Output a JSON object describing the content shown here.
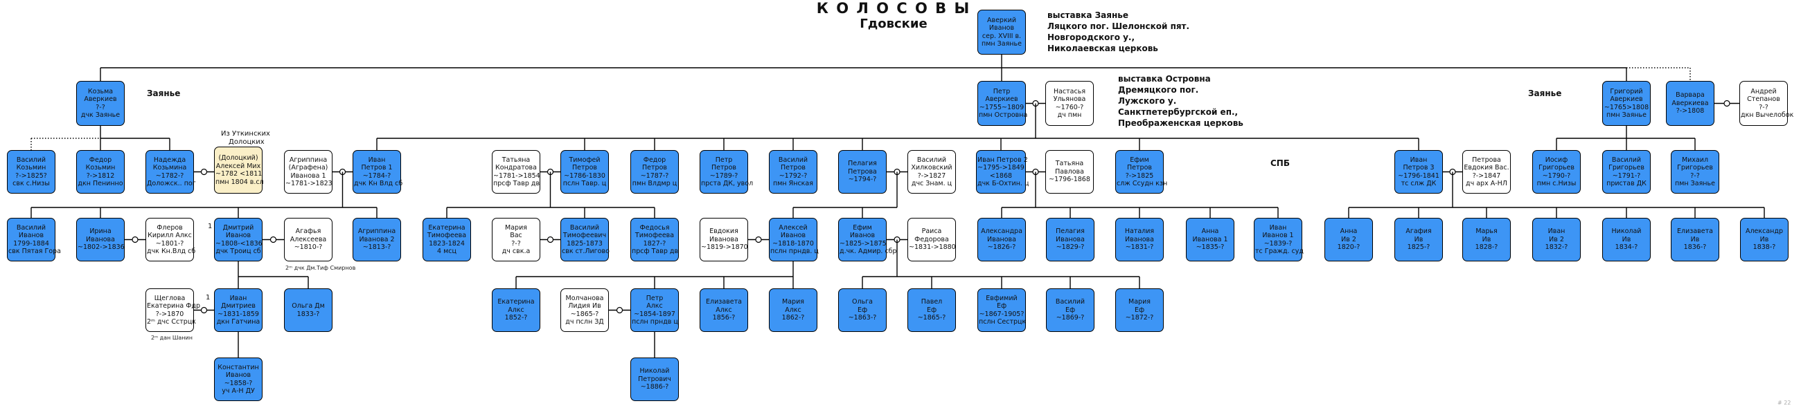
{
  "title": {
    "line1": "К О Л О С О В Ы",
    "line2": "Гдовские"
  },
  "notes": {
    "top": [
      "выставка Заянье",
      "Ляцкого пог. Шелонской пят.",
      "Новгородского у.,",
      "Николаевская церковь"
    ],
    "ostrovna": [
      "выставка Островна",
      "Дремяцкого пог.",
      "Лужского у.",
      "Санктпетербургской еп.,",
      "Преображенская церковь"
    ]
  },
  "labels": {
    "zayanye_left": "Заянье",
    "zayanye_right": "Заянье",
    "spb": "СПБ",
    "utkinskih_1": "Из Уткинских",
    "utkinskih_2": "Долоцких",
    "agafya_note": "2ᵐ дчк Дм.Тиф Смирнов",
    "shcheglova_note": "2ᵐ дан Шанин",
    "marriage_1": "1",
    "marriage_2": "1",
    "page_no": "# 22"
  },
  "persons": {
    "averkiy": [
      "Аверкий",
      "Иванов",
      "сер. XVIII в.",
      "пмн Заянье"
    ],
    "kozma": [
      "Козьма",
      "Аверкиев",
      "?-?",
      "дчк Заянье"
    ],
    "petr": [
      "Петр",
      "Аверкиев",
      "~1755~1809",
      "пмн Островна"
    ],
    "nastasya": [
      "Настасья",
      "Ульянова",
      "~1760-?",
      "дч пмн"
    ],
    "grigoriy": [
      "Григорий",
      "Аверкиев",
      "~1765>1808",
      "пмн Заянье"
    ],
    "varvara": [
      "Варвара",
      "Аверкиева",
      "?->1808"
    ],
    "andrey": [
      "Андрей",
      "Степанов",
      "?-?",
      "дкн Вычелобок"
    ],
    "vasiliy_k": [
      "Василий",
      "Козьмин",
      "?->1825?",
      "свк с.Низы"
    ],
    "fedor_k": [
      "Федор",
      "Козьмин",
      "?->1812",
      "дкн Пенинно"
    ],
    "nadezhda": [
      "Надежда",
      "Козьмина",
      "~1782-?",
      "Доложск.. пог"
    ],
    "aleksey_mikh": [
      "(Долоцкий)",
      "Алексей Мих",
      "~1782 <1811",
      "пмн 1804 в.сл"
    ],
    "agrippina": [
      "Агриппина",
      "(Аграфена)",
      "Иванова 1",
      "~1781->1823"
    ],
    "ivan_p1": [
      "Иван",
      "Петров 1",
      "~1784-?",
      "дчк Кн Влд сб"
    ],
    "tatyana_k": [
      "Татьяна",
      "Кондратова",
      "~1781->1854",
      "прсф Тавр дв"
    ],
    "timofey": [
      "Тимофей",
      "Петров",
      "~1786-1830",
      "пслн Тавр. ц"
    ],
    "fedor_p": [
      "Федор",
      "Петров",
      "~1787-?",
      "пмн Влдмр ц"
    ],
    "petr_p": [
      "Петр",
      "Петров",
      "~1789-?",
      "прста ДК, увол"
    ],
    "vasiliy_p": [
      "Василий",
      "Петров",
      "~1792-?",
      "пмн Янская"
    ],
    "pelageya_p": [
      "Пелагия",
      "Петрова",
      "~1794-?"
    ],
    "vasiliy_h": [
      "Василий",
      "Хилковский",
      "?->1827",
      "дчс Знам. ц"
    ],
    "ivan_p2": [
      "Иван Петров 2",
      "~1795->1849",
      "<1868",
      "дчк Б-Охтин. ц"
    ],
    "tatyana_p": [
      "Татьяна",
      "Павлова",
      "~1796-1868"
    ],
    "efim_p": [
      "Ефим",
      "Петров",
      "?->1825",
      "слж Ссудн кзн"
    ],
    "ivan_p3": [
      "Иван",
      "Петров 3",
      "~1796-1841",
      "тс слж ДК"
    ],
    "evdokiya_v": [
      "Петрова",
      "Евдокия Вас.",
      "?->1847",
      "дч арх А-НЛ"
    ],
    "iosif": [
      "Иосиф",
      "Григорьев",
      "~1790-?",
      "пмн с.Низы"
    ],
    "vasiliy_g": [
      "Василий",
      "Григорьев",
      "~1791-?",
      "пристав ДК"
    ],
    "mikhail_g": [
      "Михаил",
      "Григорьев",
      "?-?",
      "пмн Заянье"
    ],
    "vasiliy_iv": [
      "Василий",
      "Иванов",
      "1799-1884",
      "свк Пятая Гора"
    ],
    "irina": [
      "Ирина",
      "Иванова",
      "~1802->1836"
    ],
    "flerov": [
      "Флеров",
      "Кирилл Алкс",
      "~1801-?",
      "дчк Кн.Влд сб"
    ],
    "dmitriy": [
      "Дмитрий",
      "Иванов",
      "~1808-<1836",
      "дчк Троиц сб"
    ],
    "agafya": [
      "Агафья",
      "Алексеева",
      "~1810-?"
    ],
    "agrippina2": [
      "Агриппина",
      "Иванова 2",
      "~1813-?"
    ],
    "ekaterina_t": [
      "Екатерина",
      "Тимофеева",
      "1823-1824",
      "4 мсц"
    ],
    "mariya_vas": [
      "Мария",
      "Вас",
      "?-?",
      "дч свк.а"
    ],
    "vasiliy_t": [
      "Василий",
      "Тимофеевич",
      "1825-1873",
      "свк ст.Лигово"
    ],
    "fedosya": [
      "Федосья",
      "Тимофеева",
      "1827-?",
      "прсф Тавр дв"
    ],
    "evdokiya_iv": [
      "Евдокия",
      "Иванова",
      "~1819->1870"
    ],
    "aleksey_iv": [
      "Алексей",
      "Иванов",
      "~1818-1870",
      "пслн прндв. ц"
    ],
    "efim_iv": [
      "Ефим",
      "Иванов",
      "~1825->1875",
      "д.чк. Адмир. сбр"
    ],
    "raisa": [
      "Раиса",
      "Федорова",
      "~1831->1880"
    ],
    "aleksandra_iv": [
      "Александра",
      "Иванова",
      "~1826-?"
    ],
    "pelageya_iv": [
      "Пелагия",
      "Иванова",
      "~1829-?"
    ],
    "nataliya_iv": [
      "Наталия",
      "Иванова",
      "~1831-?"
    ],
    "anna_iv1": [
      "Анна",
      "Иванова 1",
      "~1835-?"
    ],
    "ivan_iv1": [
      "Иван",
      "Иванов 1",
      "~1839-?",
      "тс Гражд. суд"
    ],
    "anna_iv2": [
      "Анна",
      "Ив 2",
      "1820-?"
    ],
    "agafiya_iv": [
      "Агафия",
      "Ив",
      "1825-?"
    ],
    "mariya_iv": [
      "Марья",
      "Ив",
      "1828-?"
    ],
    "ivan_iv2": [
      "Иван",
      "Ив 2",
      "1832-?"
    ],
    "nikolay_iv": [
      "Николай",
      "Ив",
      "1834-?"
    ],
    "elizaveta_iv": [
      "Елизавета",
      "Ив",
      "1836-?"
    ],
    "aleksandr_iv": [
      "Александр",
      "Ив",
      "1838-?"
    ],
    "shcheglova": [
      "Щеглова",
      "Екатерина Фдр",
      "?->1870",
      "2ᵐ дчс Сстрцк"
    ],
    "ivan_d": [
      "Иван",
      "Дмитриев",
      "~1831-1859",
      "дкн Гатчина"
    ],
    "olga_d": [
      "Ольга Дм",
      "1833-?"
    ],
    "ekaterina_a": [
      "Екатерина",
      "Алкс",
      "1852-?"
    ],
    "molchanova": [
      "Молчанова",
      "Лидия Ив",
      "~1865-?",
      "дч пслн ЗД"
    ],
    "petr_a": [
      "Петр",
      "Алкс",
      "~1854-1897",
      "пслн прндв ц"
    ],
    "elizaveta_a": [
      "Елизавета",
      "Алкс",
      "1856-?"
    ],
    "mariya_a": [
      "Мария",
      "Алкс",
      "1862-?"
    ],
    "olga_ef": [
      "Ольга",
      "Еф",
      "~1863-?"
    ],
    "pavel_ef": [
      "Павел",
      "Еф",
      "~1865-?"
    ],
    "evfimiy_ef": [
      "Евфимий",
      "Еф",
      "~1867-1905?",
      "пслн Сестрцк"
    ],
    "vasiliy_ef": [
      "Василий",
      "Еф",
      "~1869-?"
    ],
    "mariya_ef": [
      "Мария",
      "Еф",
      "~1872-?"
    ],
    "konstantin": [
      "Константин",
      "Иванов",
      "~1858-?",
      "уч А-Н ДУ"
    ],
    "nikolay_p": [
      "Николай",
      "Петрович",
      "~1886-?"
    ]
  }
}
